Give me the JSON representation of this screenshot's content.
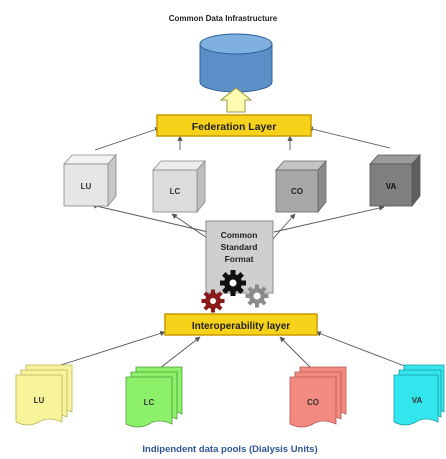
{
  "title": "Common Data Infrastructure",
  "federation_layer": "Federation Layer",
  "interoperability_layer": "Interoperability layer",
  "standard_format": {
    "line1": "Common",
    "line2": "Standard",
    "line3": "Format"
  },
  "cubes": [
    {
      "label": "LU",
      "color": "#e6e6e6"
    },
    {
      "label": "LC",
      "color": "#dcdcdc"
    },
    {
      "label": "CO",
      "color": "#a8a8a8"
    },
    {
      "label": "VA",
      "color": "#7f7f7f"
    }
  ],
  "pools": [
    {
      "label": "LU",
      "color": "#f7f39a"
    },
    {
      "label": "LC",
      "color": "#8cf06a"
    },
    {
      "label": "CO",
      "color": "#f28a82"
    },
    {
      "label": "VA",
      "color": "#33e6ee"
    }
  ],
  "footer": "Indipendent data pools (Dialysis Units)",
  "colors": {
    "layer_fill": "#f7d21a",
    "layer_stroke": "#c99a00",
    "database": "#5b8fc8",
    "arrow_up": "#fdfbb0",
    "footer_text": "#2f5597",
    "gear_dark": "#111111",
    "gear_red": "#8b1a1a",
    "gear_gray": "#8a8a8a"
  }
}
